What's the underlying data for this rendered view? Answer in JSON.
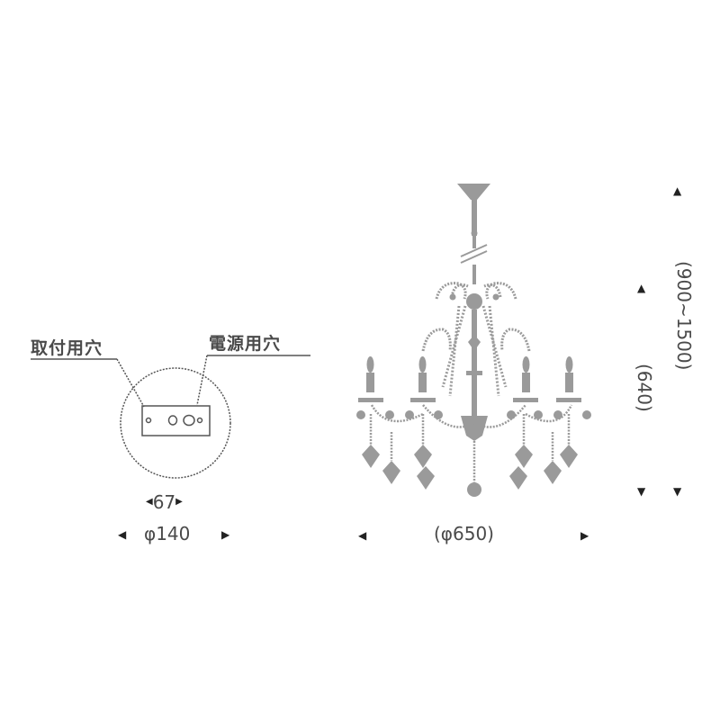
{
  "base_plate": {
    "label_mount_hole": "取付用穴",
    "label_power_hole": "電源用穴",
    "dim_hole_spacing": "67",
    "dim_diameter": "φ140"
  },
  "chandelier": {
    "dim_width": "(φ650)",
    "dim_body_height": "(640)",
    "dim_total_height": "(900~1500)",
    "color": "#9a9a9a"
  },
  "arrows": {
    "left": "◀",
    "right": "▶",
    "up": "▲",
    "down": "▼"
  },
  "colors": {
    "line": "#555555",
    "fixture": "#9a9a9a",
    "text": "#4a4a4a"
  }
}
